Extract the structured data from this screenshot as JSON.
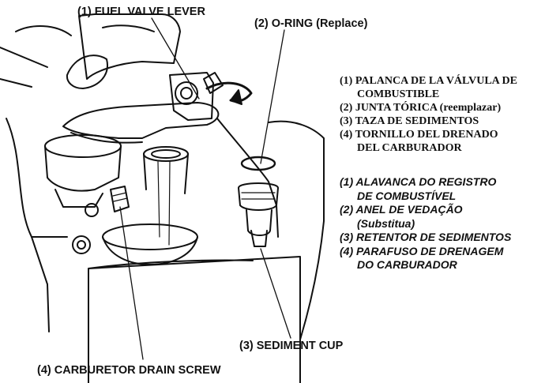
{
  "callouts": {
    "fuel_valve_lever": "(1) FUEL VALVE LEVER",
    "o_ring": "(2) O-RING (Replace)",
    "sediment_cup": "(3) SEDIMENT CUP",
    "carburetor_drain_screw": "(4) CARBURETOR DRAIN SCREW"
  },
  "legend_es": [
    "(1) PALANCA DE LA VÁLVULA DE",
    "COMBUSTIBLE",
    "(2) JUNTA TÓRICA (reemplazar)",
    "(3) TAZA DE SEDIMENTOS",
    "(4) TORNILLO DEL DRENADO",
    "DEL CARBURADOR"
  ],
  "legend_pt": [
    "(1) ALAVANCA DO REGISTRO",
    "DE COMBUSTÍVEL",
    "(2) ANEL DE VEDAÇÃO",
    "(Substitua)",
    "(3) RETENTOR DE SEDIMENTOS",
    "(4) PARAFUSO DE DRENAGEM",
    "DO CARBURADOR"
  ]
}
